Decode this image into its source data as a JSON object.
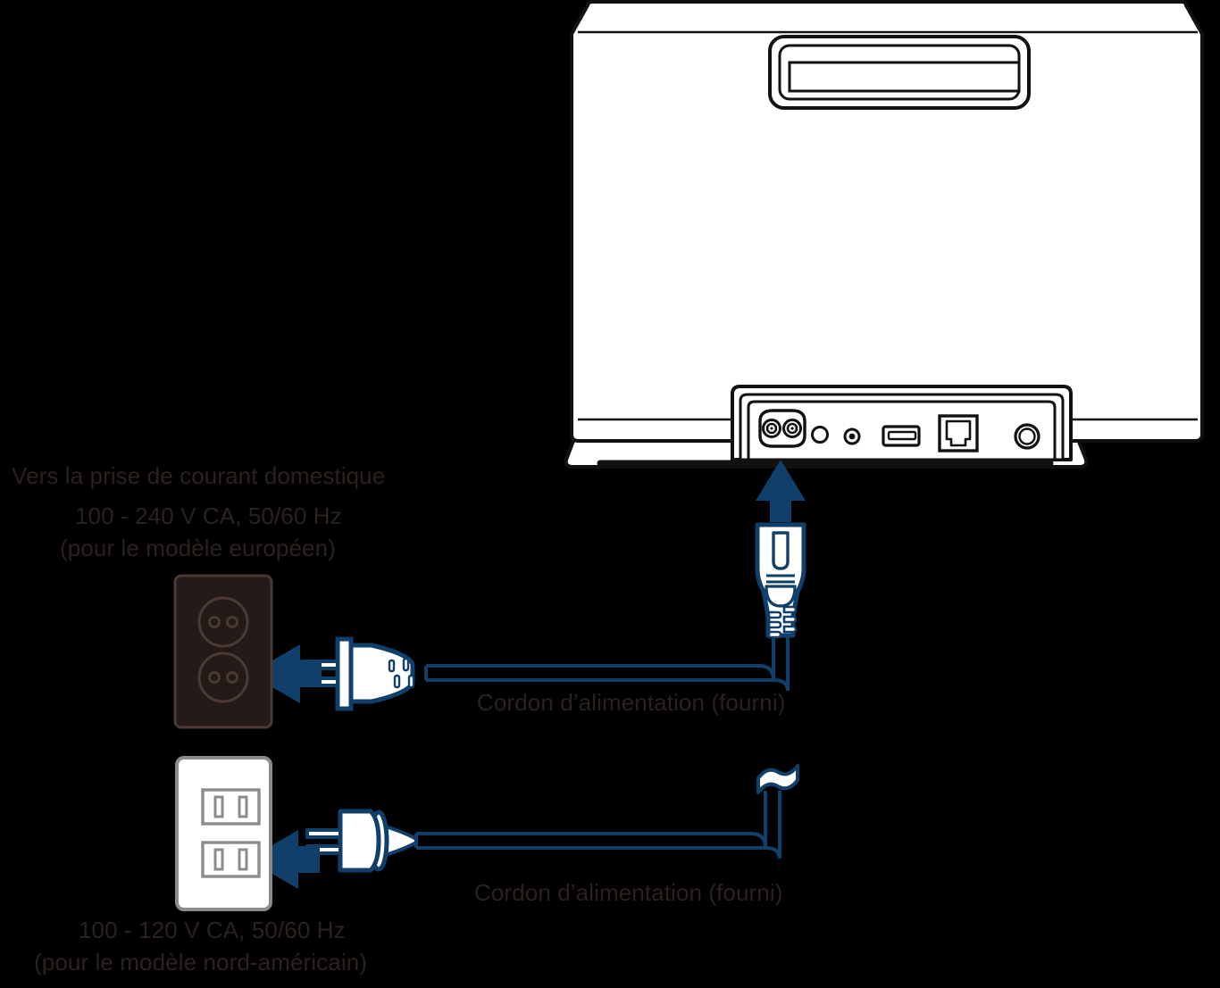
{
  "diagram": {
    "title": "Connexion du cordon d’alimentation",
    "language": "fr",
    "colors": {
      "background": "#000000",
      "accent_blue": "#104069",
      "text": "#2b211e",
      "device_fill": "#ffffff",
      "device_outline": "#000000",
      "eu_outlet_fill": "#241a17",
      "eu_outlet_outline": "#4a3a33",
      "na_outlet_fill": "#ffffff",
      "na_outlet_outline": "#8c8c8c"
    }
  },
  "labels": {
    "outlet_title": "Vers la prise de courant domestique",
    "eu_voltage": "100 - 240 V CA, 50/60 Hz",
    "eu_model": "(pour le modèle européen)",
    "cord_top": "Cordon d’alimentation (fourni)",
    "cord_bottom": "Cordon d’alimentation (fourni)",
    "na_voltage": "100 - 120 V CA, 50/60 Hz",
    "na_model": "(pour le modèle nord-américain)"
  },
  "device": {
    "name": "Appareil (vue arrière)",
    "handle": "poignée encastrée",
    "ports": [
      {
        "id": "ac-inlet",
        "name": "Prise d’alimentation CA",
        "icon": "ac-inlet-icon"
      },
      {
        "id": "button",
        "name": "Bouton",
        "icon": "round-button-icon"
      },
      {
        "id": "jack",
        "name": "Prise mini-jack",
        "icon": "mini-jack-icon"
      },
      {
        "id": "usb",
        "name": "Port USB",
        "icon": "usb-port-icon"
      },
      {
        "id": "lan",
        "name": "Port LAN",
        "icon": "rj45-port-icon"
      },
      {
        "id": "antenna",
        "name": "Connecteur d’antenne",
        "icon": "antenna-connector-icon"
      }
    ]
  },
  "connections": [
    {
      "id": "eu",
      "outlet": "Prise secteur européenne",
      "plug": "Fiche européenne (2 broches rondes)",
      "device_end": "Connecteur IEC",
      "arrow_into_outlet": "flèche vers la prise murale",
      "arrow_into_device": "flèche vers la prise d’alimentation CA"
    },
    {
      "id": "na",
      "outlet": "Prise secteur nord-américaine",
      "plug": "Fiche nord-américaine (2 lames plates)",
      "device_end": "Symbole de coupure du câble",
      "arrow_into_outlet": "flèche vers la prise murale"
    }
  ]
}
